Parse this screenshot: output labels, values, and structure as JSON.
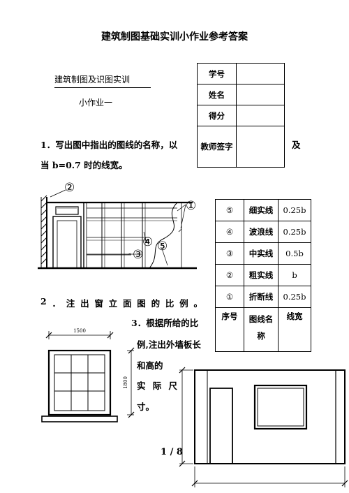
{
  "title": "建筑制图基础实训小作业参考答案",
  "course": "建筑制图及识图实训",
  "assignment": "小作业一",
  "info_table": {
    "rows": [
      "学号",
      "姓名",
      "得分",
      "教师签字"
    ],
    "extra": "及"
  },
  "question1": {
    "line1": "1．写出图中指出的图线的名称，以",
    "line2": "当 b=0.7 时的线宽。"
  },
  "figure1_labels": [
    "②",
    "①",
    "④",
    "⑤",
    "③"
  ],
  "line_table": {
    "rows": [
      {
        "num": "⑤",
        "name": "细实线",
        "width": "0.25b"
      },
      {
        "num": "④",
        "name": "波浪线",
        "width": "0.25b"
      },
      {
        "num": "③",
        "name": "中实线",
        "width": "0.5b"
      },
      {
        "num": "②",
        "name": "粗实线",
        "width": "b"
      },
      {
        "num": "①",
        "name": "折断线",
        "width": "0.25b"
      }
    ],
    "header": {
      "num": "序号",
      "name": "图线名称",
      "width": "线宽"
    }
  },
  "question2": [
    "2",
    "．",
    "注",
    "出",
    "窗",
    "立",
    "面",
    "图",
    "的",
    "比",
    "例",
    "。"
  ],
  "question3": {
    "line1": "3．根据所给的比",
    "line2": "例,注出外墙板长",
    "line3": "和高的",
    "line4": [
      "实",
      "际",
      "尺"
    ],
    "line5": "寸。"
  },
  "window_dims": {
    "width": "1500",
    "height": "1800"
  },
  "scale": "1 / 8"
}
